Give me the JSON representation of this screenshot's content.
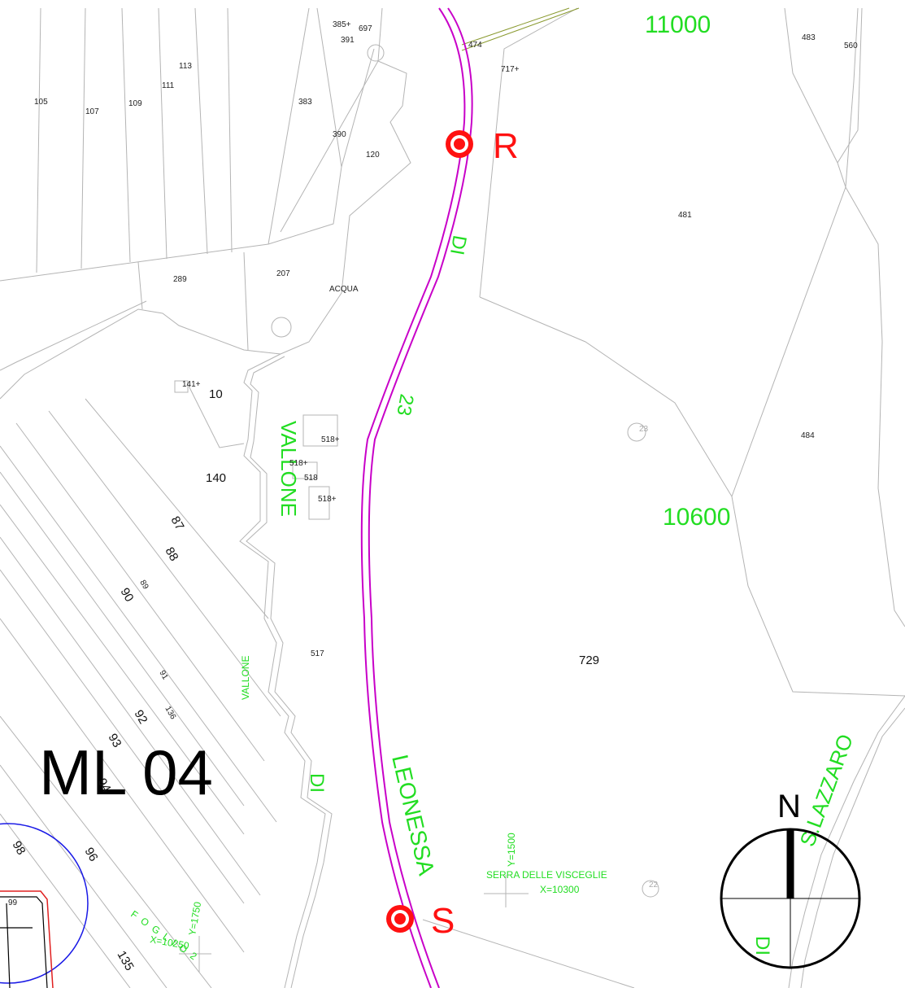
{
  "sheet_id": "ML 04",
  "points": {
    "r": "R",
    "s": "S"
  },
  "north": "N",
  "contours": {
    "c11000": "11000",
    "c10600": "10600"
  },
  "road": {
    "word_di": "DI",
    "word_23": "23",
    "word_leonessa": "LEONESSA"
  },
  "stream": {
    "vallone_big": "VALLONE",
    "vallone_small": "VALLONE",
    "di": "DI"
  },
  "lazzaro": {
    "name": "S.LAZZARO",
    "di": "DI"
  },
  "locality": "SERRA DELLE VISCEGLIE",
  "grid": {
    "x10300": "X=10300",
    "y1500": "Y=1500",
    "x10250": "X=10250",
    "y1750": "Y=1750"
  },
  "foglio": "F O G L I O  2",
  "acqua": "ACQUA",
  "parcels": {
    "p105": "105",
    "p107": "107",
    "p109": "109",
    "p111": "111",
    "p113": "113",
    "p383": "383",
    "p390": "390",
    "p120": "120",
    "p391": "391",
    "p385": "385+",
    "p697": "697",
    "p474": "474",
    "p717": "717+",
    "p483": "483",
    "p560": "560",
    "p481": "481",
    "p484": "484",
    "p289": "289",
    "p207": "207",
    "p141": "141+",
    "p10": "10",
    "p140": "140",
    "p518a": "518+",
    "p518b": "518+",
    "p518c": "518",
    "p518d": "518+",
    "p87": "87",
    "p88": "88",
    "p89": "89",
    "p90": "90",
    "p91": "91",
    "p136": "136",
    "p92": "92",
    "p93": "93",
    "p94": "94",
    "p96": "96",
    "p98": "98",
    "p99": "99",
    "p135": "135",
    "p517": "517",
    "p729": "729",
    "p23": "23",
    "p22": "22"
  }
}
